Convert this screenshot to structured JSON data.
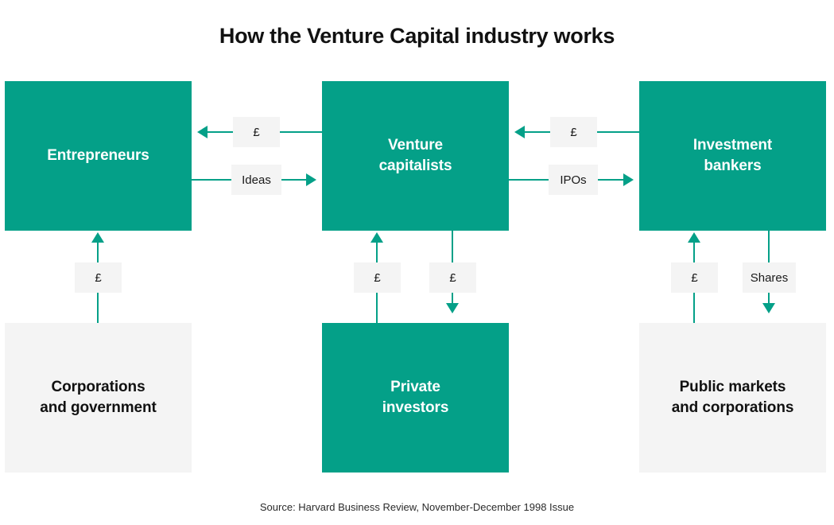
{
  "title": "How the Venture Capital industry works",
  "source": "Source: Harvard Business Review, November-December 1998 Issue",
  "colors": {
    "teal": "#04a088",
    "gray_box": "#f4f4f4",
    "label_box": "#f4f4f4",
    "text_dark": "#111111",
    "text_light": "#ffffff",
    "background": "#ffffff"
  },
  "nodes": {
    "entrepreneurs": {
      "label": "Entrepreneurs",
      "style": "teal"
    },
    "venture_capitalists": {
      "label": "Venture\ncapitalists",
      "line1": "Venture",
      "line2": "capitalists",
      "style": "teal"
    },
    "investment_bankers": {
      "label": "Investment\nbankers",
      "line1": "Investment",
      "line2": "bankers",
      "style": "teal"
    },
    "corporations_government": {
      "label": "Corporations\nand government",
      "line1": "Corporations",
      "line2": "and government",
      "style": "gray"
    },
    "private_investors": {
      "label": "Private\ninvestors",
      "line1": "Private",
      "line2": "investors",
      "style": "teal"
    },
    "public_markets": {
      "label": "Public markets\nand corporations",
      "line1": "Public markets",
      "line2": "and corporations",
      "style": "gray"
    }
  },
  "flows": {
    "vc_to_entrepreneurs_money": {
      "label": "£",
      "direction": "left",
      "from": "venture_capitalists",
      "to": "entrepreneurs"
    },
    "entrepreneurs_to_vc_ideas": {
      "label": "Ideas",
      "direction": "right",
      "from": "entrepreneurs",
      "to": "venture_capitalists"
    },
    "bankers_to_vc_money": {
      "label": "£",
      "direction": "left",
      "from": "investment_bankers",
      "to": "venture_capitalists"
    },
    "vc_to_bankers_ipos": {
      "label": "IPOs",
      "direction": "right",
      "from": "venture_capitalists",
      "to": "investment_bankers"
    },
    "corporations_to_entrepreneurs_money": {
      "label": "£",
      "direction": "up",
      "from": "corporations_government",
      "to": "entrepreneurs"
    },
    "private_to_vc_money": {
      "label": "£",
      "direction": "up",
      "from": "private_investors",
      "to": "venture_capitalists"
    },
    "vc_to_private_money": {
      "label": "£",
      "direction": "down",
      "from": "venture_capitalists",
      "to": "private_investors"
    },
    "public_to_bankers_money": {
      "label": "£",
      "direction": "up",
      "from": "public_markets",
      "to": "investment_bankers"
    },
    "bankers_to_public_shares": {
      "label": "Shares",
      "direction": "down",
      "from": "investment_bankers",
      "to": "public_markets"
    }
  }
}
